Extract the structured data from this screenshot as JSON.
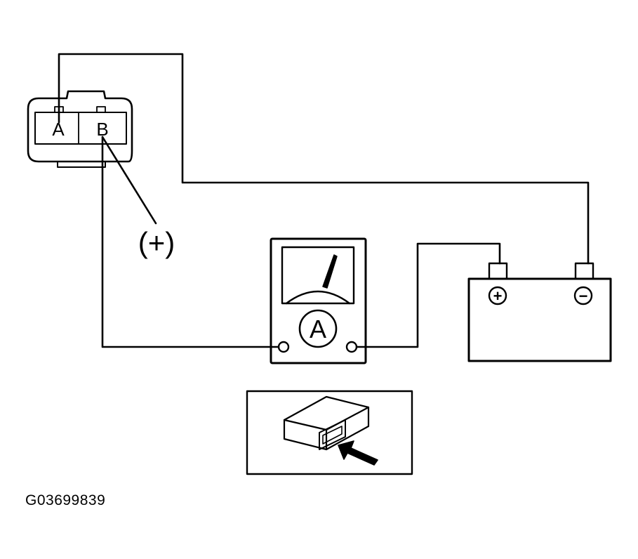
{
  "connector": {
    "terminal_a": "A",
    "terminal_b": "B"
  },
  "probe": {
    "polarity_label": "(+)"
  },
  "ammeter": {
    "symbol": "A"
  },
  "battery": {
    "positive_symbol": "+",
    "negative_symbol": "−"
  },
  "figure": {
    "code": "G03699839"
  },
  "icons": {
    "inset": "module-connector-icon",
    "arrow": "arrow-icon"
  },
  "colors": {
    "line": "#000000",
    "background": "#ffffff"
  }
}
